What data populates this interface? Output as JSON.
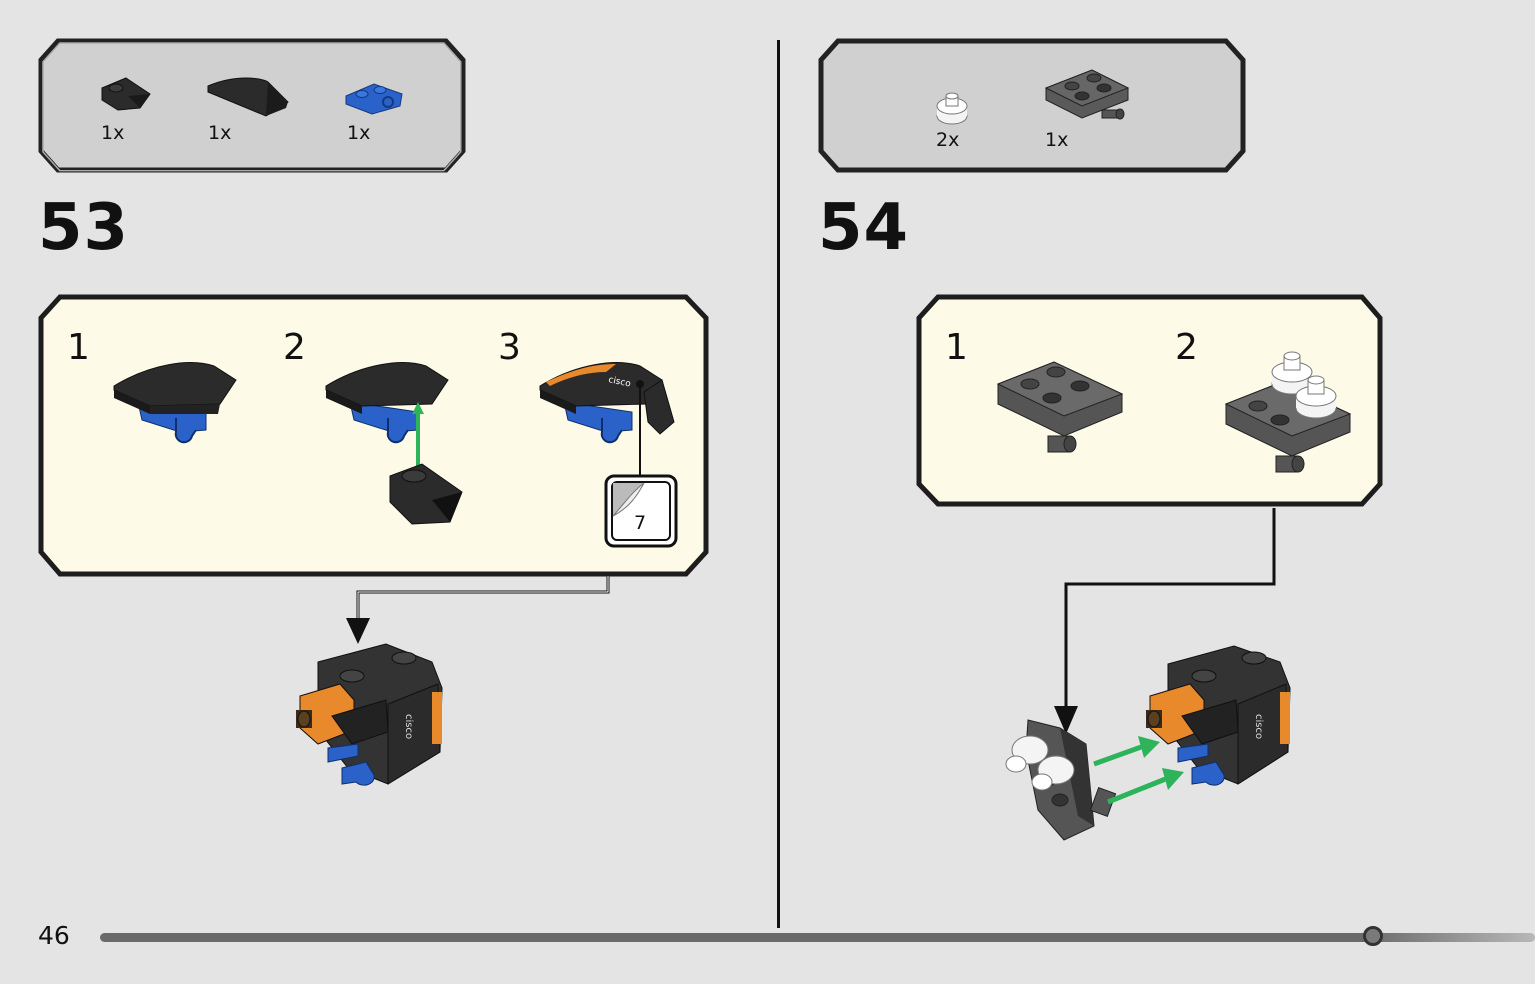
{
  "page": {
    "number": "46",
    "progress": 0.88
  },
  "left": {
    "step_number": "53",
    "parts": [
      {
        "icon": "slope-tile-piece-icon",
        "qty": "1x"
      },
      {
        "icon": "curved-slope-piece-icon",
        "qty": "1x"
      },
      {
        "icon": "blue-clip-plate-piece-icon",
        "qty": "1x"
      }
    ],
    "substeps": [
      "1",
      "2",
      "3"
    ],
    "sticker": {
      "number": "7"
    }
  },
  "right": {
    "step_number": "54",
    "parts": [
      {
        "icon": "white-round-piece-icon",
        "qty": "2x"
      },
      {
        "icon": "dark-plate-2x2-piece-icon",
        "qty": "1x"
      }
    ],
    "substeps": [
      "1",
      "2"
    ]
  },
  "colors": {
    "background": "#e4e4e4",
    "callout": "#fdfbe7",
    "parts_box": "#cfcfcf",
    "accent_arrow": "#2db35a",
    "brick_blue": "#2a62c9",
    "brick_orange": "#e8892c",
    "brick_dark": "#2b2b2b"
  }
}
